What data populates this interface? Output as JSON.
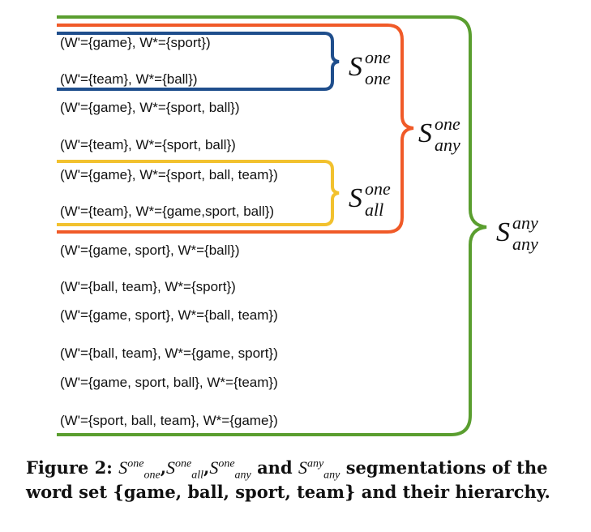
{
  "rows": [
    "(W'={game}, W*={sport})",
    "(W'={team}, W*={ball})",
    "(W'={game}, W*={sport, ball})",
    "(W'={team}, W*={sport, ball})",
    "(W'={game}, W*={sport, ball, team})",
    "(W'={team}, W*={game,sport, ball})",
    "(W'={game, sport}, W*={ball})",
    "(W'={ball, team}, W*={sport})",
    "(W'={game, sport}, W*={ball, team})",
    "(W'={ball, team}, W*={game, sport})",
    "(W'={game, sport, ball}, W*={team})",
    "(W'={sport, ball, team}, W*={game})"
  ],
  "groups": {
    "s_one_one": {
      "symbol": "S",
      "sup": "one",
      "sub": "one",
      "color": "#1f4e8c"
    },
    "s_one_all": {
      "symbol": "S",
      "sup": "one",
      "sub": "all",
      "color": "#f2c12e"
    },
    "s_one_any": {
      "symbol": "S",
      "sup": "one",
      "sub": "any",
      "color": "#f05a28"
    },
    "s_any_any": {
      "symbol": "S",
      "sup": "any",
      "sub": "any",
      "color": "#5a9e2f"
    }
  },
  "caption": {
    "lead": "Figure 2:",
    "and1": "and",
    "text": "segmentations of the word set {game, ball, sport, team} and their hierarchy.",
    "sep": ","
  }
}
